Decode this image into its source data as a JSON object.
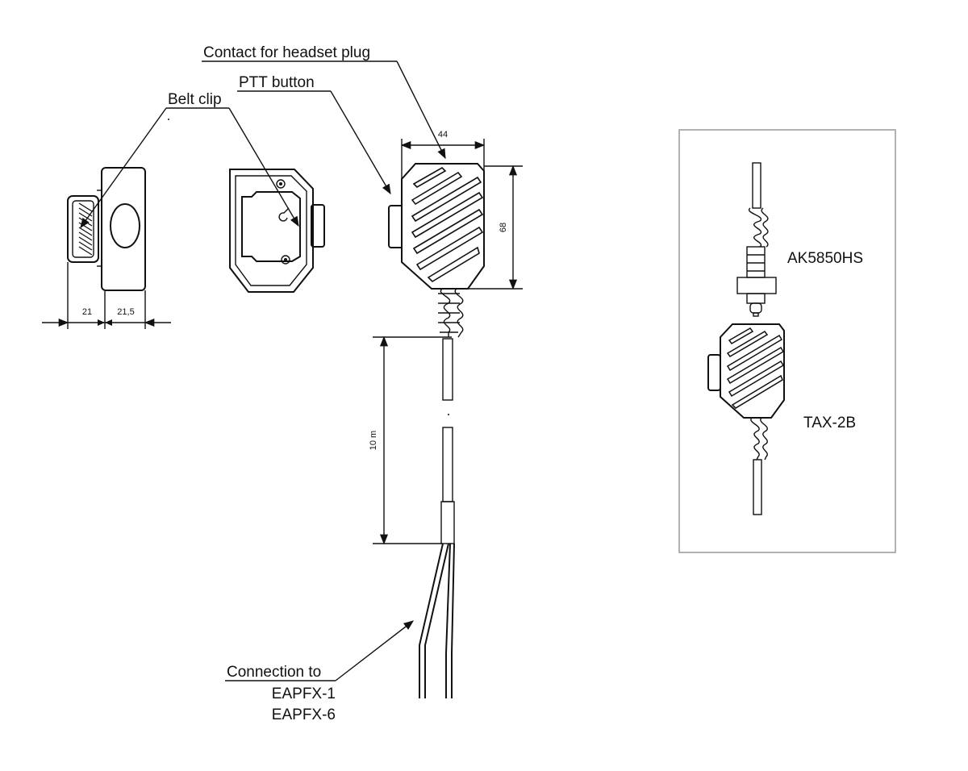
{
  "labels": {
    "contact_headset": "Contact for headset plug",
    "ptt_button": "PTT button",
    "belt_clip": "Belt clip",
    "connection_line1": "Connection to",
    "connection_line2": "EAPFX-1",
    "connection_line3": "EAPFX-6"
  },
  "dimensions": {
    "width_front": "44",
    "height_front": "68",
    "side_depth_a": "21",
    "side_depth_b": "21,5",
    "cable_length": "10 m"
  },
  "inset": {
    "headset_model": "AK5850HS",
    "mic_model": "TAX-2B"
  }
}
